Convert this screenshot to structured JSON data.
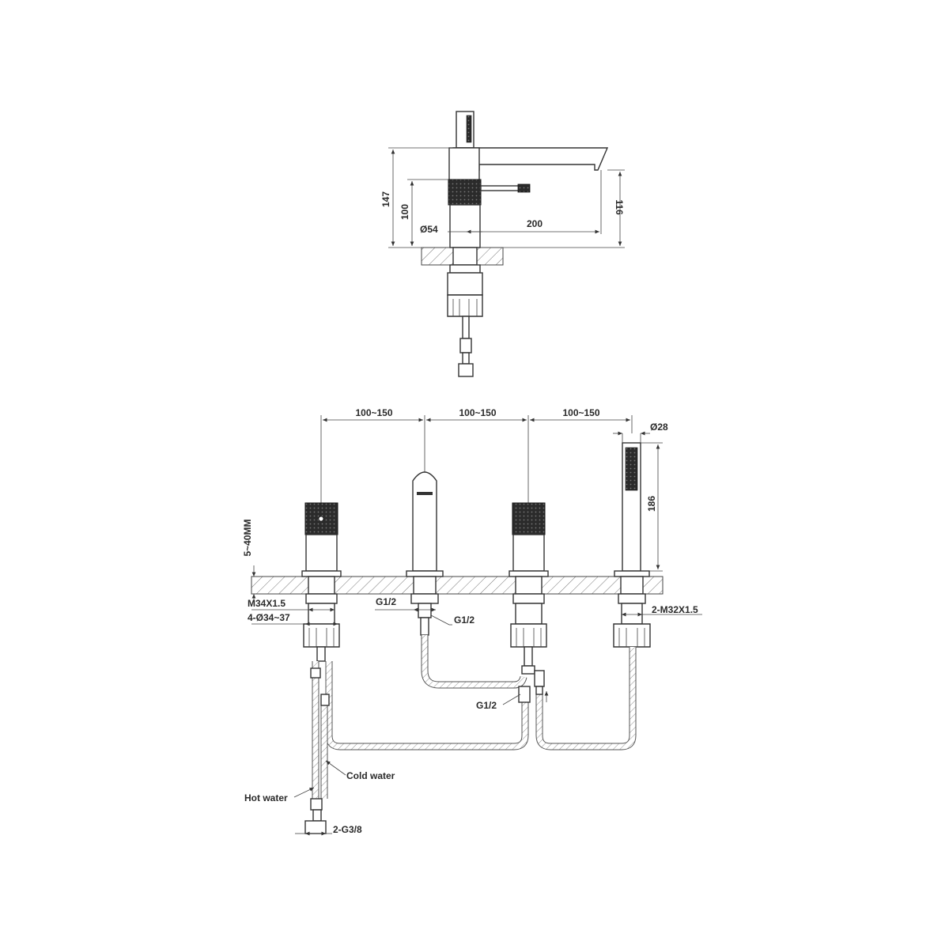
{
  "side_view": {
    "dims": {
      "h147": "147",
      "h100": "100",
      "h116": "116",
      "diam54": "Ø54",
      "reach200": "200"
    }
  },
  "front_view": {
    "spacing": [
      "100~150",
      "100~150",
      "100~150"
    ],
    "diam28": "Ø28",
    "h186": "186",
    "deck_thickness": "5~40MM",
    "m34": "M34X1.5",
    "hole_diam": "4-Ø34~37",
    "g12_left": "G1/2",
    "g12_right": "G1/2",
    "g12_tee": "G1/2",
    "m32": "2-M32X1.5",
    "cold_water": "Cold water",
    "hot_water": "Hot water",
    "g38": "2-G3/8"
  },
  "colors": {
    "line": "#333333",
    "knurl": "#2b2b2b",
    "deck_hatch": "#777777"
  }
}
